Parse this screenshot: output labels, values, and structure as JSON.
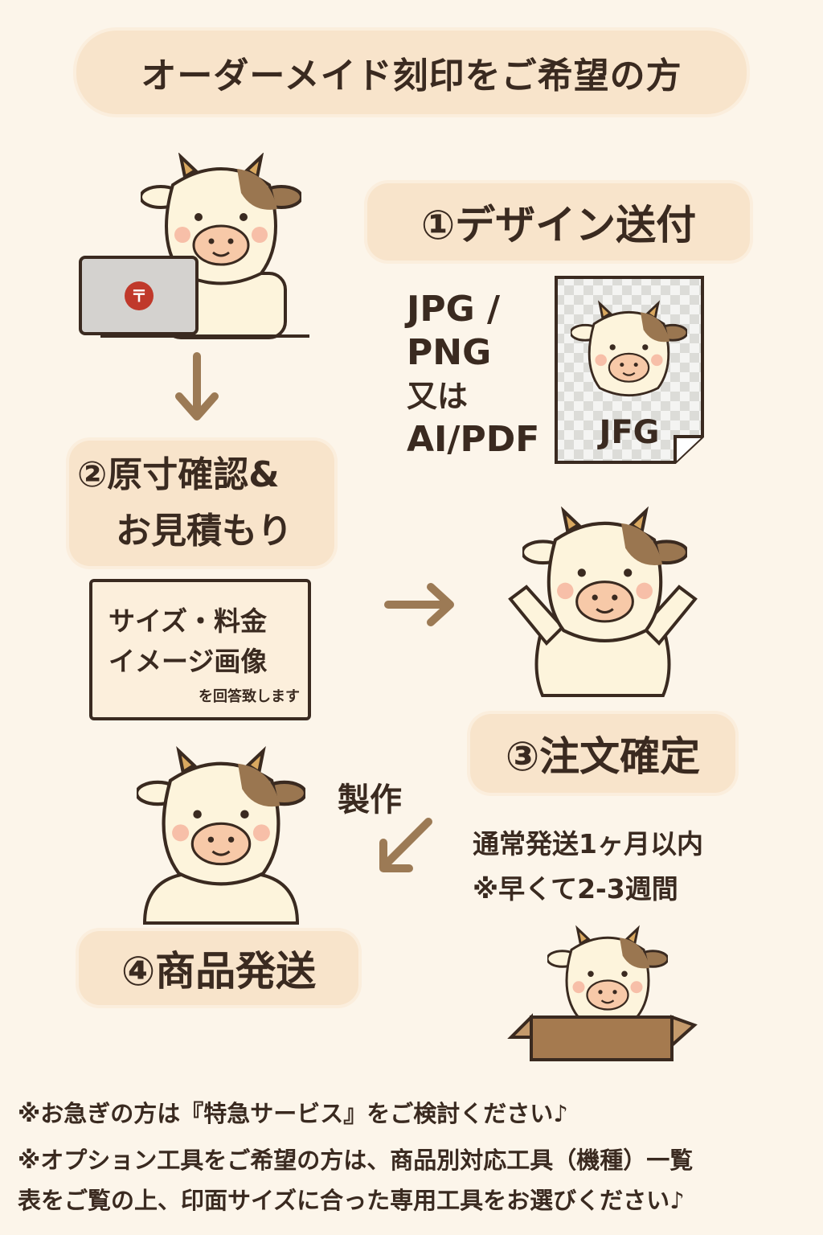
{
  "title": "オーダーメイド刻印をご希望の方",
  "steps": {
    "step1": "①デザイン送付",
    "step2_line1": "②原寸確認&",
    "step2_line2": "お見積もり",
    "step3": "③注文確定",
    "step4": "④商品発送"
  },
  "formats": {
    "line1": "JPG /",
    "line2": "PNG",
    "line3": "又は",
    "line4": "AI/PDF",
    "file_label": "JFG"
  },
  "estimate_box": {
    "line1": "サイズ・料金",
    "line2": "イメージ画像",
    "line3": "を回答致します"
  },
  "production_label": "製作",
  "shipping": {
    "line1": "通常発送1ヶ月以内",
    "line2": "※早くて2-3週間"
  },
  "notes": [
    "※お急ぎの方は『特急サービス』をご検討ください♪",
    "※オプション工具をご希望の方は、商品別対応工具（機種）一覧",
    "表をご覧の上、印面サイズに合った専用工具をお選びください♪"
  ],
  "colors": {
    "background": "#fcf5ea",
    "label": "#f8e4cb",
    "text": "#3a2a20",
    "arrow": "#9c7a55",
    "cow": "#fdf4dc",
    "spot": "#9a7650",
    "nose": "#f7c9a8"
  }
}
